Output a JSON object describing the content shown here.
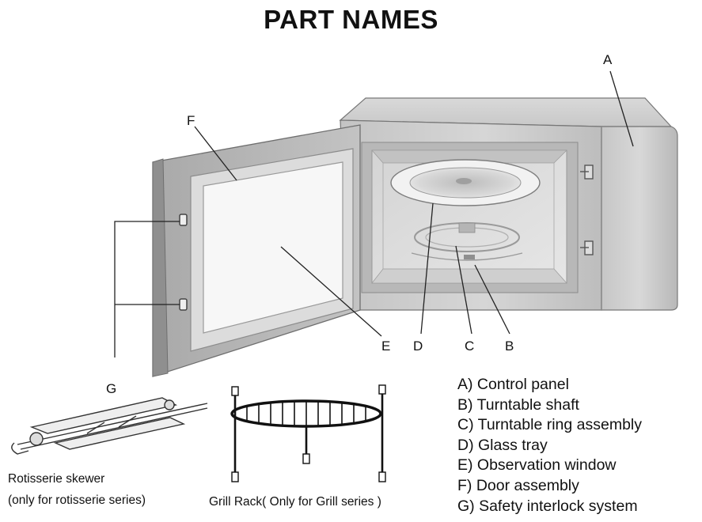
{
  "title": "PART NAMES",
  "markers": {
    "a": "A",
    "b": "B",
    "c": "C",
    "d": "D",
    "e": "E",
    "f": "F",
    "g": "G"
  },
  "legend": [
    "A) Control panel",
    "B) Turntable shaft",
    "C) Turntable ring assembly",
    "D) Glass tray",
    "E) Observation window",
    "F) Door assembly",
    "G) Safety interlock system"
  ],
  "captions": {
    "skewer_line1": "Rotisserie  skewer",
    "skewer_line2": "(only for rotisserie series)",
    "rack": "Grill Rack( Only for Grill series )"
  }
}
